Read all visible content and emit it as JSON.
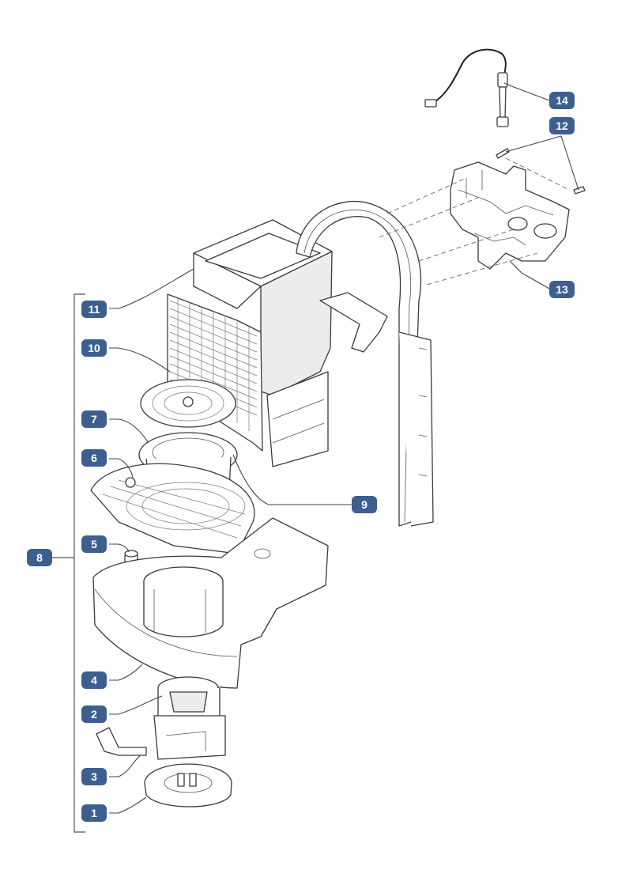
{
  "colors": {
    "callout_fill": "#3d5f8f",
    "callout_text": "#ffffff",
    "line": "#3a3a3a"
  },
  "callouts": [
    {
      "id": "c14",
      "label": "14"
    },
    {
      "id": "c12",
      "label": "12"
    },
    {
      "id": "c13",
      "label": "13"
    },
    {
      "id": "c11",
      "label": "11"
    },
    {
      "id": "c10",
      "label": "10"
    },
    {
      "id": "c7",
      "label": "7"
    },
    {
      "id": "c6",
      "label": "6"
    },
    {
      "id": "c9",
      "label": "9"
    },
    {
      "id": "c5",
      "label": "5"
    },
    {
      "id": "c8",
      "label": "8"
    },
    {
      "id": "c4",
      "label": "4"
    },
    {
      "id": "c2",
      "label": "2"
    },
    {
      "id": "c3",
      "label": "3"
    },
    {
      "id": "c1",
      "label": "1"
    }
  ]
}
